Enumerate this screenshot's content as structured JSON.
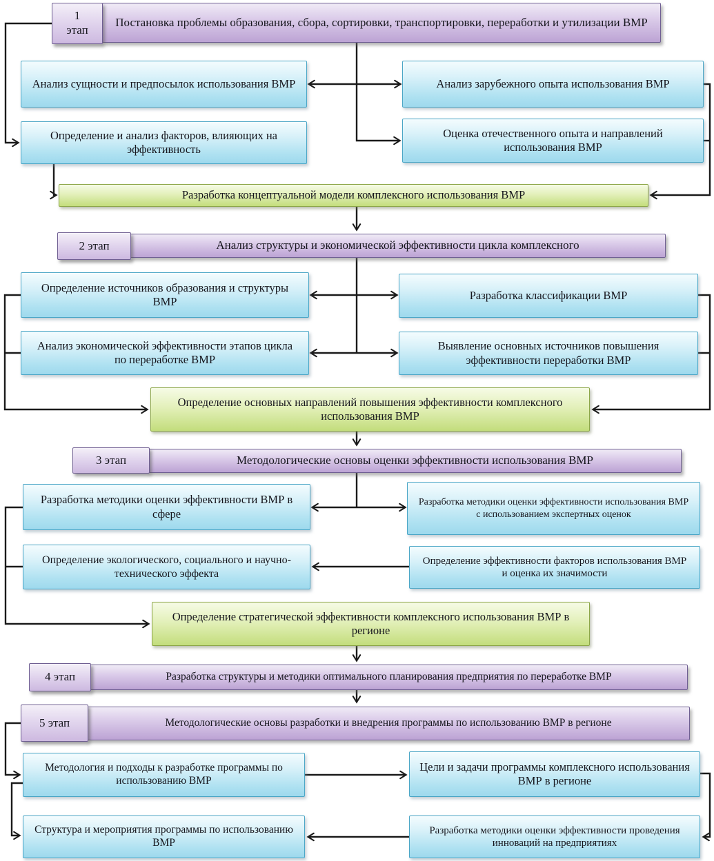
{
  "stages": [
    {
      "tab": "1\nэтап",
      "title": "Постановка проблемы образования, сбора, сортировки, транспортировки, переработки и утилизации ВМР",
      "boxes": {
        "left1": "Анализ сущности и предпосылок использования ВМР",
        "right1": "Анализ зарубежного опыта использования ВМР",
        "left2": "Определение и анализ факторов, влияющих на эффективность",
        "right2": "Оценка отечественного опыта и направлений использования ВМР"
      },
      "result": "Разработка концептуальной модели комплексного использования ВМР"
    },
    {
      "tab": "2 этап",
      "title": "Анализ структуры и экономической эффективности цикла комплексного",
      "boxes": {
        "left1": "Определение источников образования и структуры ВМР",
        "right1": "Разработка классификации ВМР",
        "left2": "Анализ экономической эффективности этапов цикла по переработке ВМР",
        "right2": "Выявление основных источников повышения эффективности переработки ВМР"
      },
      "result": "Определение основных направлений повышения эффективности комплексного использования ВМР"
    },
    {
      "tab": "3 этап",
      "title": "Методологические основы оценки эффективности использования ВМР",
      "boxes": {
        "left1": "Разработка методики оценки эффективности ВМР в сфере",
        "right1": "Разработка методики оценки эффективности использования ВМР с использованием экспертных оценок",
        "left2": "Определение экологического, социального и научно-технического эффекта",
        "right2": "Определение эффективности факторов использования ВМР и оценка их значимости"
      },
      "result": "Определение стратегической эффективности комплексного использования ВМР в регионе"
    },
    {
      "tab": "4 этап",
      "title": "Разработка структуры и методики оптимального планирования предприятия по переработке ВМР"
    },
    {
      "tab": "5 этап",
      "title": "Методологические основы разработки и внедрения программы по использованию ВМР в регионе",
      "boxes": {
        "left1": "Методология и подходы к разработке программы по использованию ВМР",
        "right1": "Цели и задачи программы комплексного использования ВМР в регионе",
        "left2": "Структура и мероприятия программы по использованию ВМР",
        "right2": "Разработка методики оценки эффективности проведения инноваций на предприятиях"
      }
    }
  ],
  "colors": {
    "header_purple": "#BCA3D4",
    "box_blue": "#9ED9ED",
    "result_green": "#C3DD7C",
    "border_purple": "#6F5F92",
    "border_blue": "#4BA6C6",
    "border_green": "#8CA648",
    "arrow": "#1A1A1A"
  }
}
